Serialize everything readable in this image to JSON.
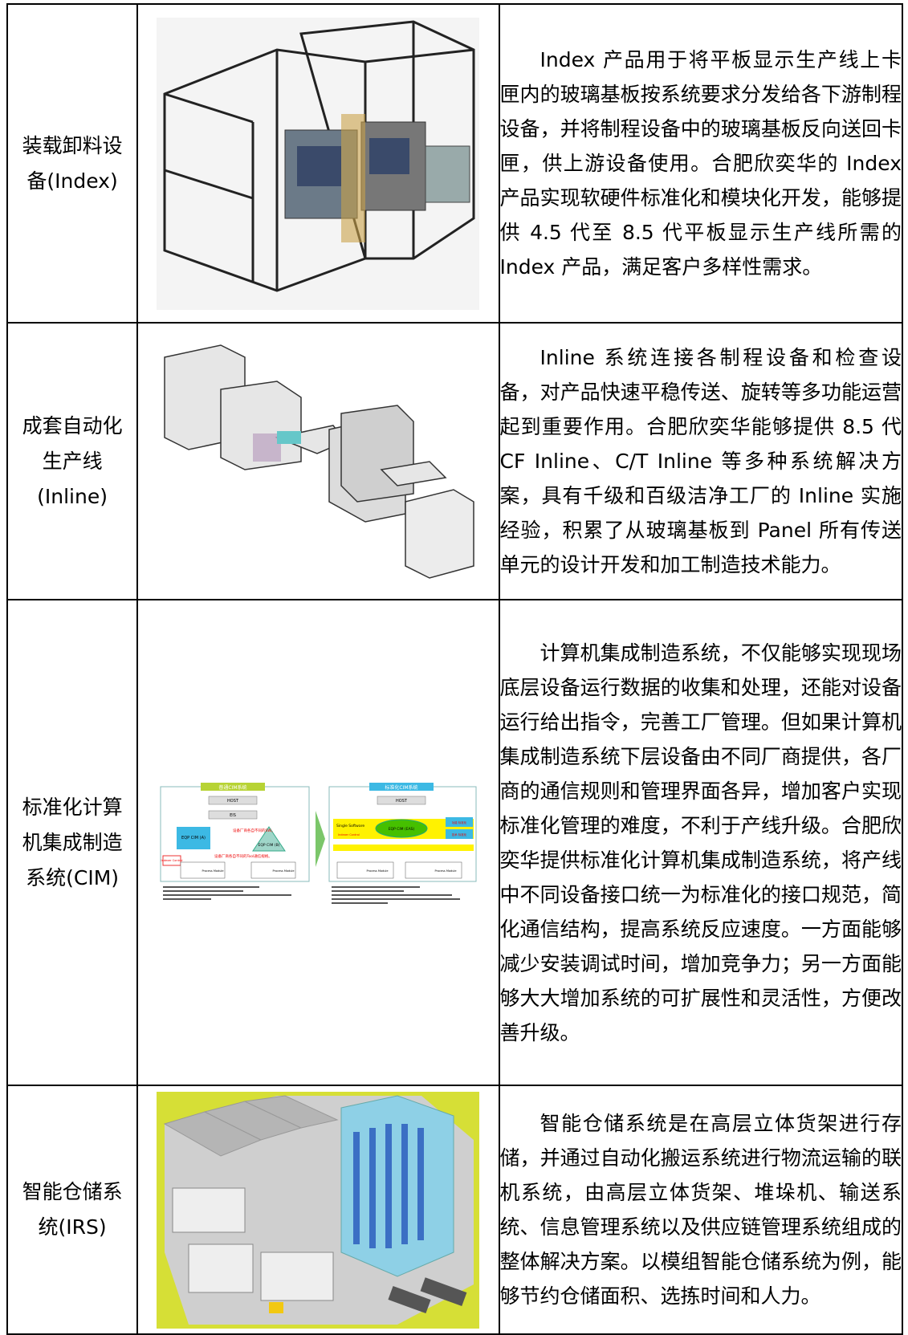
{
  "rows": [
    {
      "name_lines": [
        "装载卸料设",
        "备(Index)"
      ],
      "image_icon": "index-equipment-3d-render",
      "description": "Index 产品用于将平板显示生产线上卡匣内的玻璃基板按系统要求分发给各下游制程设备，并将制程设备中的玻璃基板反向送回卡匣，供上游设备使用。合肥欣奕华的 Index 产品实现软硬件标准化和模块化开发，能够提供 4.5 代至 8.5 代平板显示生产线所需的 Index 产品，满足客户多样性需求。"
    },
    {
      "name_lines": [
        "成套自动化",
        "生产线",
        "(Inline)"
      ],
      "image_icon": "inline-production-line-render",
      "description": "Inline 系统连接各制程设备和检查设备，对产品快速平稳传送、旋转等多功能运营起到重要作用。合肥欣奕华能够提供 8.5 代 CF Inline、C/T Inline 等多种系统解决方案，具有千级和百级洁净工厂的 Inline 实施经验，积累了从玻璃基板到 Panel 所有传送单元的设计开发和加工制造技术能力。"
    },
    {
      "name_lines": [
        "标准化计算",
        "机集成制造",
        "系统(CIM)"
      ],
      "image_icon": "cim-comparison-diagram",
      "cim_diagram": {
        "left_title": "普通CIM系统",
        "right_title": "标准化CIM系统",
        "host": "HOST",
        "eis": "EIS",
        "eqp_a": "EQP CIM (A)",
        "eqp_b": "EQP CIM (B)",
        "eqp_eas": "EQP CIM (EAS)",
        "note_sw": "设备厂商各自不同的SW。",
        "note_tool": "设备厂商各自不同的Tool通信规格。",
        "indexer": "Indexer Control",
        "single_software": "Single Software",
        "std1": "功能 标准化",
        "std2": "技术 标准化",
        "process_module": "Process Module"
      },
      "description": "计算机集成制造系统，不仅能够实现现场底层设备运行数据的收集和处理，还能对设备运行给出指令，完善工厂管理。但如果计算机集成制造系统下层设备由不同厂商提供，各厂商的通信规则和管理界面各异，增加客户实现标准化管理的难度，不利于产线升级。合肥欣奕华提供标准化计算机集成制造系统，将产线中不同设备接口统一为标准化的接口规范，简化通信结构，提高系统反应速度。一方面能够减少安装调试时间，增加竞争力；另一方面能够大大增加系统的可扩展性和灵活性，方便改善升级。"
    },
    {
      "name_lines": [
        "智能仓储系",
        "统(IRS)"
      ],
      "image_icon": "intelligent-warehouse-render",
      "description": "智能仓储系统是在高层立体货架进行存储，并通过自动化搬运系统进行物流运输的联机系统，由高层立体货架、堆垛机、输送系统、信息管理系统以及供应链管理系统组成的整体解决方案。以模组智能仓储系统为例，能够节约仓储面积、选拣时间和人力。"
    }
  ]
}
